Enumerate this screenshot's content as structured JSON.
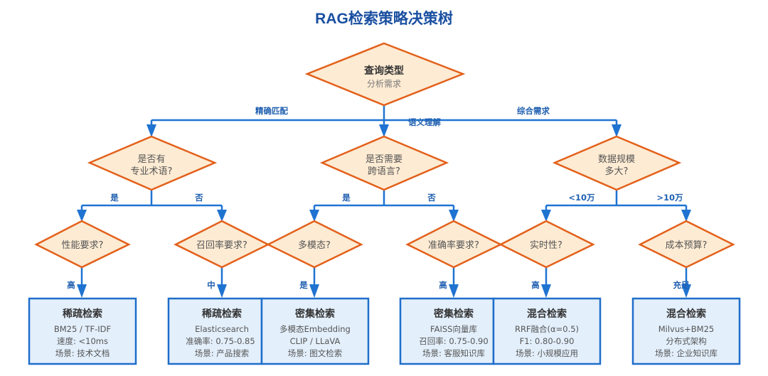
{
  "title": "RAG检索策略决策树",
  "colors": {
    "decision_fill": "#fdebd3",
    "decision_stroke": "#e3601a",
    "edge": "#1f73d1",
    "leaf_fill": "#e3effb",
    "leaf_stroke": "#1f6ecb",
    "title": "#1a4fa0"
  },
  "root": {
    "title": "查询类型",
    "subtitle": "分析需求"
  },
  "branches": [
    {
      "label": "精确匹配",
      "question": [
        "是否有",
        "专业术语?"
      ],
      "left_label": "是",
      "right_label": "否"
    },
    {
      "label": "语义理解",
      "question": [
        "是否需要",
        "跨语言?"
      ],
      "left_label": "是",
      "right_label": "否"
    },
    {
      "label": "综合需求",
      "question": [
        "数据规模",
        "多大?"
      ],
      "left_label": "<10万",
      "right_label": ">10万"
    }
  ],
  "level3": [
    {
      "question": "性能要求?",
      "edge_label": "高"
    },
    {
      "question": "召回率要求?",
      "edge_label": "中"
    },
    {
      "question": "多模态?",
      "edge_label": "是"
    },
    {
      "question": "准确率要求?",
      "edge_label": "高"
    },
    {
      "question": "实时性?",
      "edge_label": "高"
    },
    {
      "question": "成本预算?",
      "edge_label": "充足"
    }
  ],
  "leaves": [
    {
      "title": "稀疏检索",
      "lines": [
        "BM25 / TF-IDF",
        "速度: <10ms",
        "场景: 技术文档"
      ]
    },
    {
      "title": "稀疏检索",
      "lines": [
        "Elasticsearch",
        "准确率: 0.75-0.85",
        "场景: 产品搜索"
      ]
    },
    {
      "title": "密集检索",
      "lines": [
        "多模态Embedding",
        "CLIP / LLaVA",
        "场景: 图文检索"
      ]
    },
    {
      "title": "密集检索",
      "lines": [
        "FAISS向量库",
        "召回率: 0.75-0.90",
        "场景: 客服知识库"
      ]
    },
    {
      "title": "混合检索",
      "lines": [
        "RRF融合(α=0.5)",
        "F1: 0.80-0.90",
        "场景: 小规模应用"
      ]
    },
    {
      "title": "混合检索",
      "lines": [
        "Milvus+BM25",
        "分布式架构",
        "场景: 企业知识库"
      ]
    }
  ]
}
